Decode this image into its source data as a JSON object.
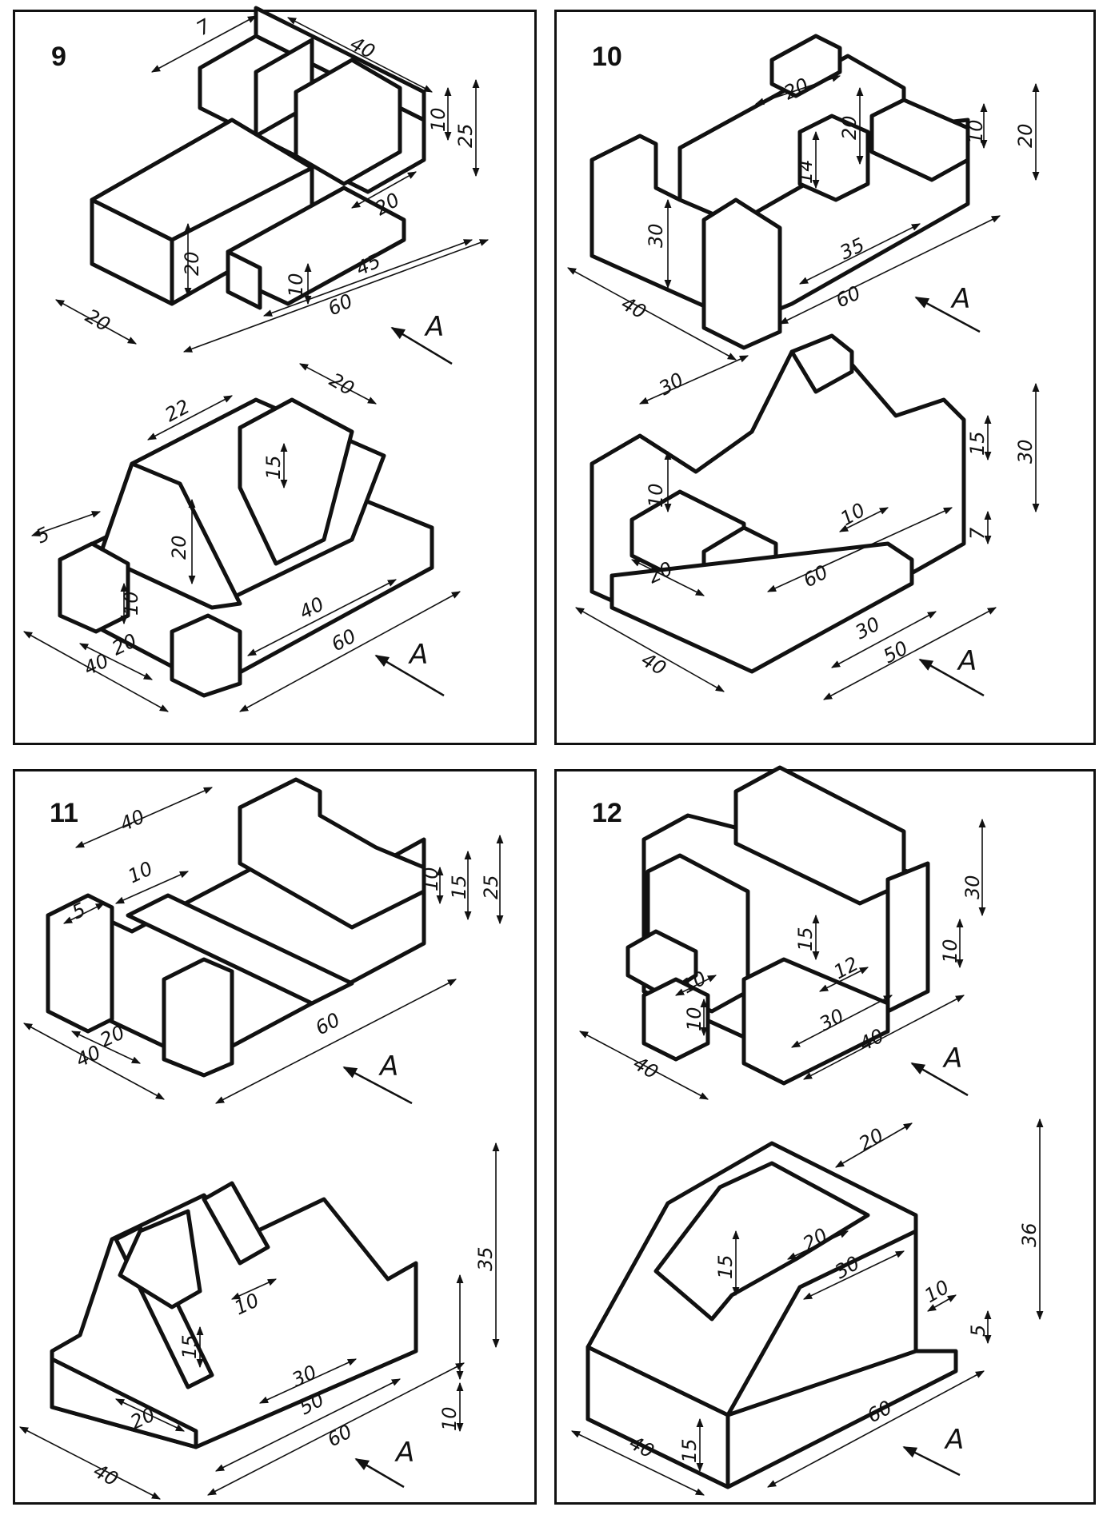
{
  "panels": [
    {
      "number": "9",
      "upper_dims": [
        "7",
        "40",
        "10",
        "25",
        "20",
        "20",
        "10",
        "45",
        "60",
        "20"
      ],
      "lower_dims": [
        "22",
        "20",
        "15",
        "20",
        "5",
        "10",
        "40",
        "60",
        "20",
        "40"
      ],
      "view_label": "A"
    },
    {
      "number": "10",
      "upper_dims": [
        "20",
        "20",
        "14",
        "10",
        "20",
        "30",
        "35",
        "60",
        "40"
      ],
      "lower_dims": [
        "30",
        "15",
        "30",
        "10",
        "10",
        "7",
        "60",
        "20",
        "30",
        "50",
        "40"
      ],
      "view_label": "A"
    },
    {
      "number": "11",
      "upper_dims": [
        "40",
        "10",
        "5",
        "10",
        "15",
        "25",
        "60",
        "20",
        "40"
      ],
      "lower_dims": [
        "10",
        "15",
        "30",
        "35",
        "10",
        "20",
        "50",
        "60",
        "40"
      ],
      "view_label": "A"
    },
    {
      "number": "12",
      "upper_dims": [
        "30",
        "15",
        "10",
        "12",
        "10",
        "10",
        "30",
        "40",
        "40"
      ],
      "lower_dims": [
        "20",
        "15",
        "20",
        "30",
        "36",
        "10",
        "5",
        "60",
        "40",
        "15"
      ],
      "view_label": "A"
    }
  ],
  "icons": {
    "arrow": "view-direction-arrow-icon"
  }
}
